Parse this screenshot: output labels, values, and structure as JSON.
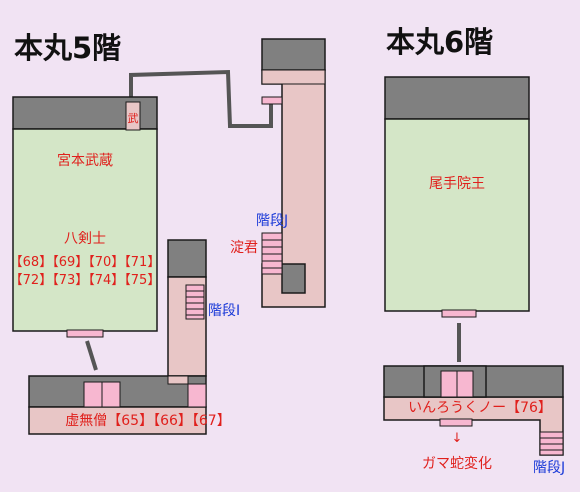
{
  "floors": {
    "floor5": {
      "title": "本丸5階",
      "rooms": {
        "main_hall": {
          "marker": "武",
          "boss": "宮本武蔵",
          "group_name": "八剣士",
          "group_nums_row1": "【68】【69】【70】【71】",
          "group_nums_row2": "【72】【73】【74】【75】"
        },
        "lower_hall": {
          "label": "虚無僧【65】【66】【67】"
        },
        "corridor_j": {
          "stairs_label": "階段J",
          "npc": "淀君"
        },
        "corridor_i": {
          "stairs_label": "階段I"
        }
      }
    },
    "floor6": {
      "title": "本丸6階",
      "rooms": {
        "throne_room": {
          "boss": "尾手院王"
        },
        "lower_hall": {
          "label": "いんろうくノー【76】",
          "arrow": "↓",
          "transform_note": "ガマ蛇変化",
          "stairs_label": "階段J"
        }
      }
    }
  },
  "colors": {
    "background": "#f1e3f3",
    "wall": "#808080",
    "floor_green": "#d4e6c7",
    "corridor": "#e8c6c6",
    "marker_pink": "#f7b7d0",
    "red_text": "#e0201c",
    "blue_text": "#1a3ad8",
    "outline": "#1a1a1a",
    "path": "#555555"
  }
}
